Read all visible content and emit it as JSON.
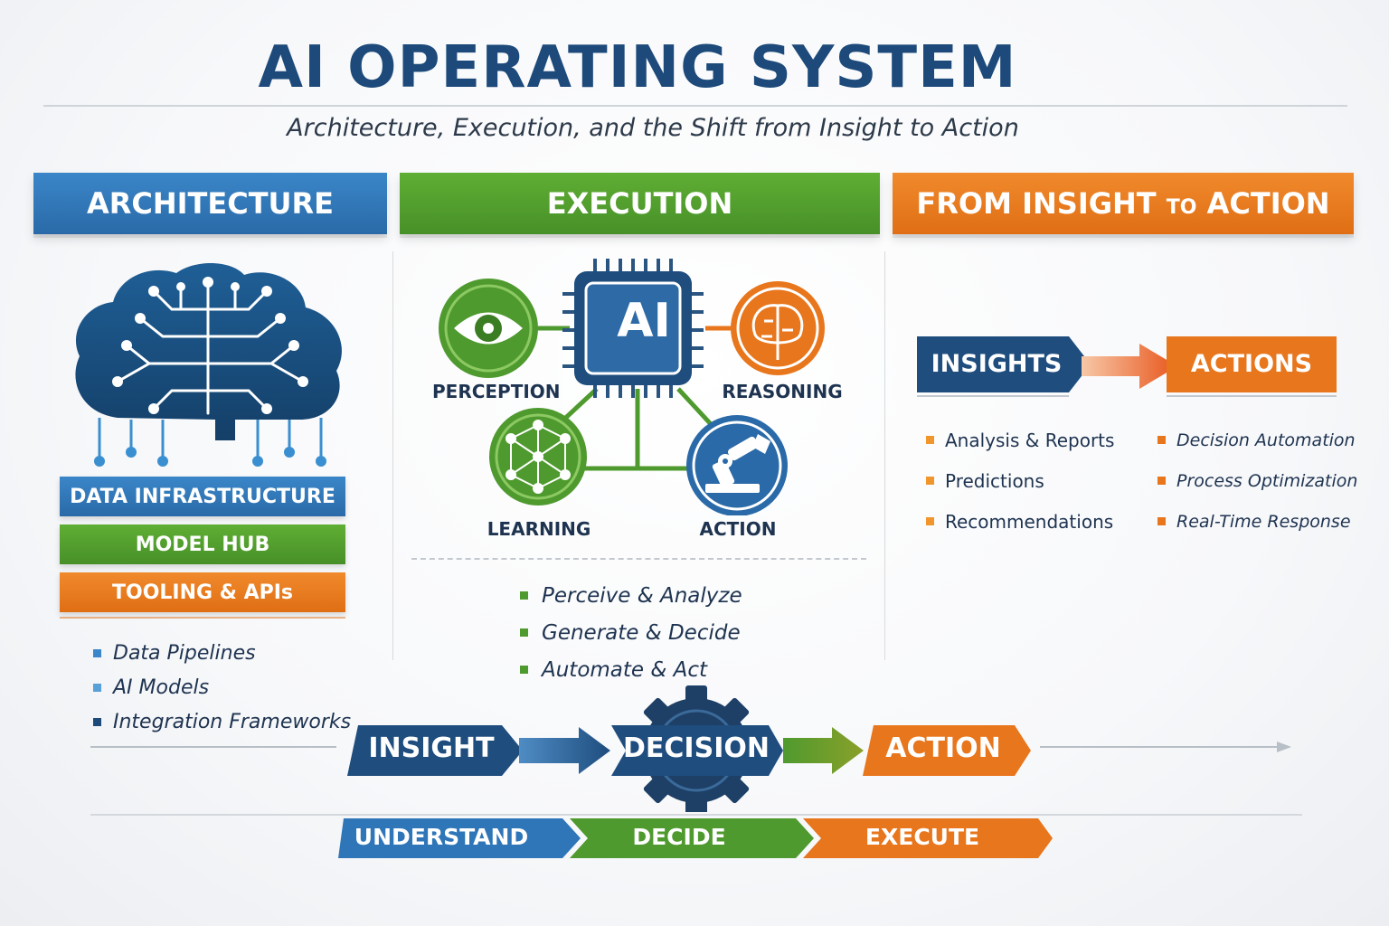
{
  "header": {
    "title": "AI OPERATING SYSTEM",
    "subtitle": "Architecture, Execution, and the Shift from Insight to Action"
  },
  "columns": {
    "architecture": {
      "heading": "ARCHITECTURE",
      "layers": [
        "DATA INFRASTRUCTURE",
        "MODEL HUB",
        "TOOLING & APIs"
      ],
      "bullets": [
        "Data Pipelines",
        "AI Models",
        "Integration Frameworks"
      ]
    },
    "execution": {
      "heading": "EXECUTION",
      "chip_label": "AI",
      "nodes": [
        "PERCEPTION",
        "REASONING",
        "LEARNING",
        "ACTION"
      ],
      "bullets": [
        "Perceive & Analyze",
        "Generate & Decide",
        "Automate & Act"
      ]
    },
    "insight_action": {
      "heading_part1": "FROM INSIGHT ",
      "heading_small": "TO",
      "heading_part2": " ACTION",
      "insights_label": "INSIGHTS",
      "actions_label": "ACTIONS",
      "insights_bullets": [
        "Analysis & Reports",
        "Predictions",
        "Recommendations"
      ],
      "actions_bullets": [
        "Decision Automation",
        "Process Optimization",
        "Real-Time Response"
      ]
    }
  },
  "flow": {
    "steps": [
      "INSIGHT",
      "DECISION",
      "ACTION"
    ],
    "phases": [
      "UNDERSTAND",
      "DECIDE",
      "EXECUTE"
    ]
  },
  "colors": {
    "navy": "#1d4a7a",
    "blue": "#2e76b8",
    "green": "#4f9a2e",
    "orange": "#e8761c"
  }
}
